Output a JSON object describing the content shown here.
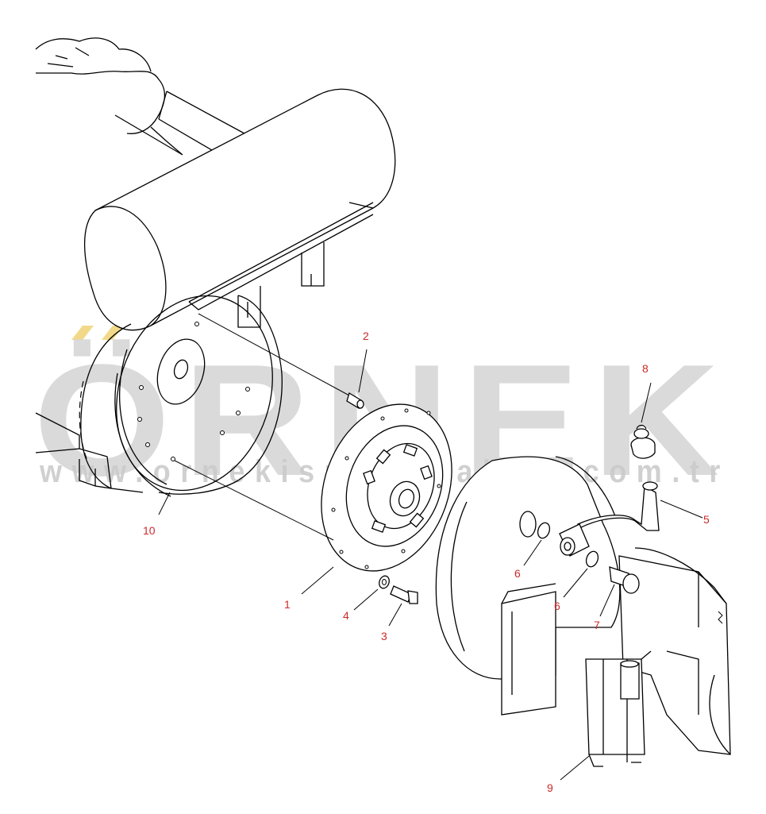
{
  "callouts": [
    {
      "id": "1",
      "label": "1"
    },
    {
      "id": "2",
      "label": "2"
    },
    {
      "id": "3",
      "label": "3"
    },
    {
      "id": "4",
      "label": "4"
    },
    {
      "id": "5",
      "label": "5"
    },
    {
      "id": "6a",
      "label": "6"
    },
    {
      "id": "6b",
      "label": "6"
    },
    {
      "id": "7",
      "label": "7"
    },
    {
      "id": "8",
      "label": "8"
    },
    {
      "id": "9",
      "label": "9"
    },
    {
      "id": "10",
      "label": "10"
    }
  ],
  "watermark": {
    "brand": "ÖRNEK",
    "website": "www.ornekismakinalari.com.tr"
  },
  "colors": {
    "callout": "#cc2a2a",
    "line": "#000000",
    "watermark": "#d4d4d4",
    "watermark_accent": "#f2d98a"
  }
}
